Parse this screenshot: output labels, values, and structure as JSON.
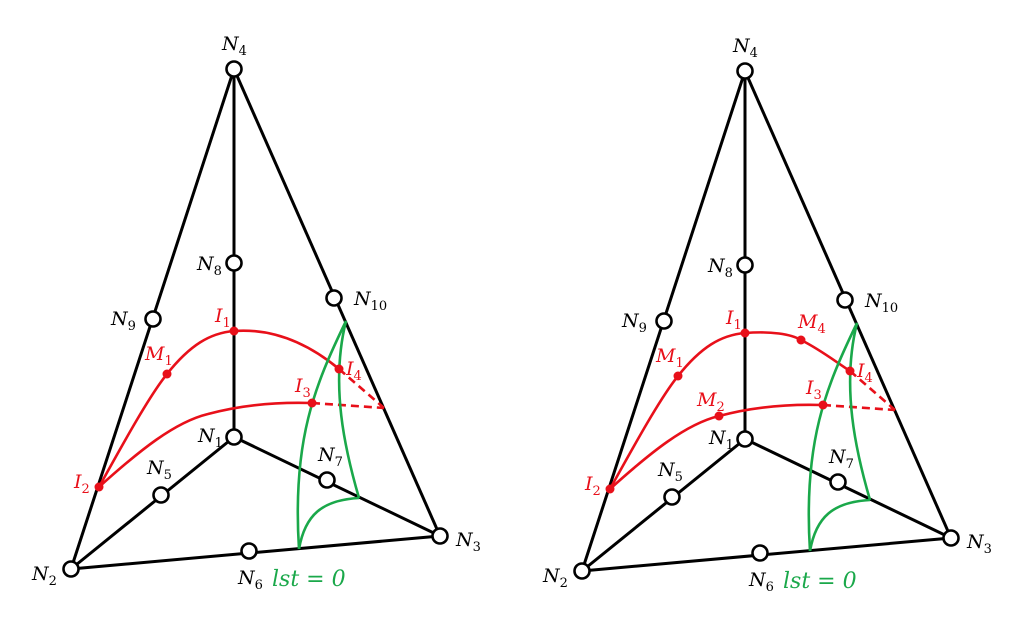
{
  "colors": {
    "edge": "#000000",
    "intersection": "#e8101a",
    "level_set": "#1aa84a"
  },
  "diagrams": [
    {
      "nodes": [
        {
          "id": "N1",
          "main": "N",
          "sub": "1"
        },
        {
          "id": "N2",
          "main": "N",
          "sub": "2"
        },
        {
          "id": "N3",
          "main": "N",
          "sub": "3"
        },
        {
          "id": "N4",
          "main": "N",
          "sub": "4"
        },
        {
          "id": "N5",
          "main": "N",
          "sub": "5"
        },
        {
          "id": "N6",
          "main": "N",
          "sub": "6"
        },
        {
          "id": "N7",
          "main": "N",
          "sub": "7"
        },
        {
          "id": "N8",
          "main": "N",
          "sub": "8"
        },
        {
          "id": "N9",
          "main": "N",
          "sub": "9"
        },
        {
          "id": "N10",
          "main": "N",
          "sub": "10"
        }
      ],
      "points": [
        {
          "id": "I1",
          "main": "I",
          "sub": "1"
        },
        {
          "id": "I2",
          "main": "I",
          "sub": "2"
        },
        {
          "id": "I3",
          "main": "I",
          "sub": "3"
        },
        {
          "id": "I4",
          "main": "I",
          "sub": "4"
        },
        {
          "id": "M1",
          "main": "M",
          "sub": "1"
        }
      ],
      "level_set_label": "lst = 0"
    },
    {
      "nodes": [
        {
          "id": "N1",
          "main": "N",
          "sub": "1"
        },
        {
          "id": "N2",
          "main": "N",
          "sub": "2"
        },
        {
          "id": "N3",
          "main": "N",
          "sub": "3"
        },
        {
          "id": "N4",
          "main": "N",
          "sub": "4"
        },
        {
          "id": "N5",
          "main": "N",
          "sub": "5"
        },
        {
          "id": "N6",
          "main": "N",
          "sub": "6"
        },
        {
          "id": "N7",
          "main": "N",
          "sub": "7"
        },
        {
          "id": "N8",
          "main": "N",
          "sub": "8"
        },
        {
          "id": "N9",
          "main": "N",
          "sub": "9"
        },
        {
          "id": "N10",
          "main": "N",
          "sub": "10"
        }
      ],
      "points": [
        {
          "id": "I1",
          "main": "I",
          "sub": "1"
        },
        {
          "id": "I2",
          "main": "I",
          "sub": "2"
        },
        {
          "id": "I3",
          "main": "I",
          "sub": "3"
        },
        {
          "id": "I4",
          "main": "I",
          "sub": "4"
        },
        {
          "id": "M1",
          "main": "M",
          "sub": "1"
        },
        {
          "id": "M2",
          "main": "M",
          "sub": "2"
        },
        {
          "id": "M4",
          "main": "M",
          "sub": "4"
        }
      ],
      "level_set_label": "lst = 0"
    }
  ]
}
